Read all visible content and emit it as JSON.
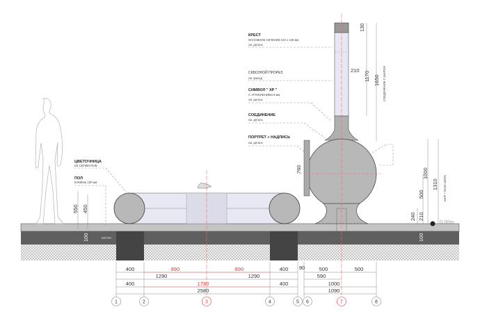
{
  "callouts": {
    "cross": {
      "title": "КРЕСТ",
      "line1": "ОСНОВНОЕ СЕЧЕНИЕ  210 x 130 мм",
      "line2": "см. деталь"
    },
    "slot": {
      "title": "СКВОЗНОЙ ПРОРЕЗ",
      "line1": "см. фасад"
    },
    "symbol": {
      "title": "СИМВОЛ \" ХР \"",
      "line1": "С УГЛУБЛЕНИЕМ  5 мм",
      "line2": "см. деталь"
    },
    "joint": {
      "title": "СОЕДИНЕНИЕ",
      "line1": "см. деталь"
    },
    "portrait": {
      "title": "ПОРТРЕТ + НАДПИСЬ",
      "line1": "см. деталь"
    },
    "planter": {
      "title": "ЦВЕТОЧНИЦА",
      "line1": "ИЗ СЕГМЕНТОВ"
    },
    "floor": {
      "title": "ПОЛ",
      "line1": "КАМЕНЬ  100 мм"
    },
    "concrete": "БЕТОН"
  },
  "vertical_dims": {
    "top_130": "130",
    "w_210": "210",
    "h_1170": "1170",
    "h_1650": "1650",
    "joint_label": "СОЕДИНЕНИЕ С ШАРОМ",
    "sphere_760": "760",
    "h_1000": "1000",
    "h_500": "500",
    "h_1310": "1310",
    "sphere_label": "ШАР + БАЗА ШАРА",
    "h_240": "240",
    "h_210": "210",
    "slab_100_right": "100",
    "level": "0.00m",
    "h_550": "550",
    "h_450": "450",
    "slab_100_left": "100"
  },
  "dim_rows": {
    "row1": [
      "400",
      "890",
      "890",
      "400",
      "90",
      "500",
      "500"
    ],
    "row2": [
      "1290",
      "1290",
      "590"
    ],
    "row3": [
      "400",
      "1780",
      "400",
      "1000"
    ],
    "row4": [
      "2580",
      "1090"
    ]
  },
  "axes": [
    "1",
    "2",
    "3",
    "4",
    "5",
    "6",
    "7",
    "8"
  ],
  "colors": {
    "accent": "#e33333",
    "fill": "#bdbdbd",
    "dark": "#5a5a5a"
  }
}
